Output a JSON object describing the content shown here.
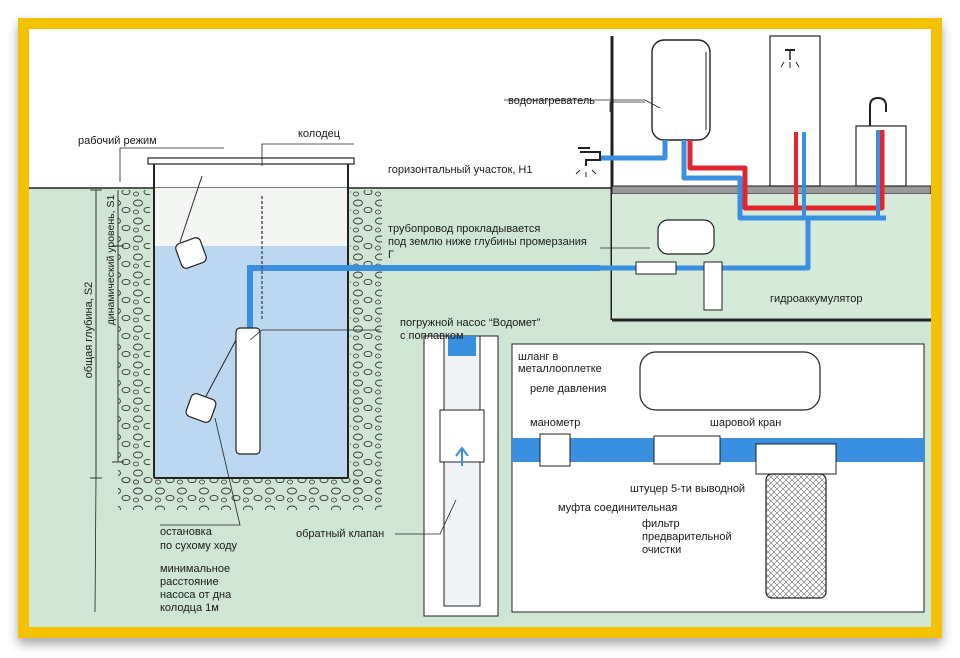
{
  "colors": {
    "frame": "#f2c200",
    "ground": "#cfe6d4",
    "water": "#bcd8f0",
    "cold_pipe": "#3a8fe0",
    "hot_pipe": "#e0262e"
  },
  "labels": {
    "rabochiy_rezhim": "рабочий режим",
    "kolodets": "колодец",
    "gorizontalny_uchastok": "горизонтальный участок, H1",
    "vodonagrevatel": "водонагреватель",
    "truboprovod_1": "трубопровод прокладывается",
    "truboprovod_2": "под землю ниже глубины промерзания",
    "truboprovod_3": "Г",
    "gidroakkumulyator": "гидроаккумулятор",
    "nasos_1": "погружной насос  “Водомет”",
    "nasos_2": "с поплавком",
    "shlang_1": "шланг в",
    "shlang_2": "металлооплетке",
    "rele": "реле давления",
    "manometr": "манометр",
    "sharovoy_kran": "шаровой кран",
    "shtutser": "штуцер 5-ти выводной",
    "mufta": "муфта соединительная",
    "filtr_1": "фильтр",
    "filtr_2": "предварительной",
    "filtr_3": "очистки",
    "obratny_klapan": "обратный клапан",
    "ostanovka_1": "остановка",
    "ostanovka_2": "по сухому ходу",
    "min_1": "минимальное",
    "min_2": "расстояние",
    "min_3": "насоса от дна",
    "min_4": "колодца 1м",
    "obshchaya_glubina": "общая глубина, S2",
    "dinamicheskiy": "динамический уровень, S1"
  }
}
